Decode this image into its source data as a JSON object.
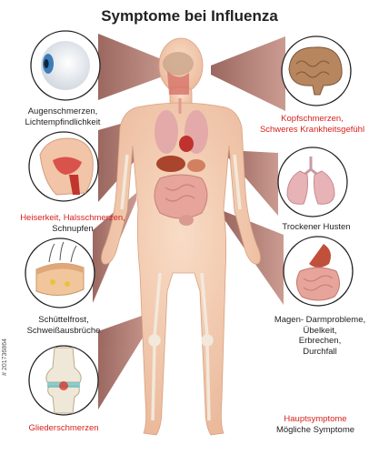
{
  "title": "Symptome bei Influenza",
  "symptoms": {
    "eyes": {
      "lines": [
        "Augenschmerzen,",
        "Lichtempfindlichkeit"
      ]
    },
    "head": {
      "lines": [
        "Kopfschmerzen,",
        "Schweres Krankheitsgefühl"
      ],
      "type": "main"
    },
    "throat": {
      "lines": [
        "Heiserkeit, Halsschmerzen,",
        "Schnupfen"
      ],
      "main_line": "Heiserkeit, Halsschmerzen,"
    },
    "lungs": {
      "lines": [
        "Trockener Husten"
      ]
    },
    "skin": {
      "lines": [
        "Schüttelfrost,",
        "Schweißausbrüche"
      ]
    },
    "gut": {
      "lines": [
        "Magen- Darmprobleme,",
        "Übelkeit,",
        "Erbrechen,",
        "Durchfall"
      ]
    },
    "joints": {
      "lines": [
        "Gliederschmerzen"
      ],
      "type": "main"
    }
  },
  "legend": {
    "main_label": "Hauptsymptome",
    "possible_label": "Mögliche Symptome"
  },
  "stock_id": "# 201736864",
  "colors": {
    "main": "#d6221c",
    "normal": "#222222",
    "callout": "#a86b62",
    "skin": "#f0c3a3"
  }
}
